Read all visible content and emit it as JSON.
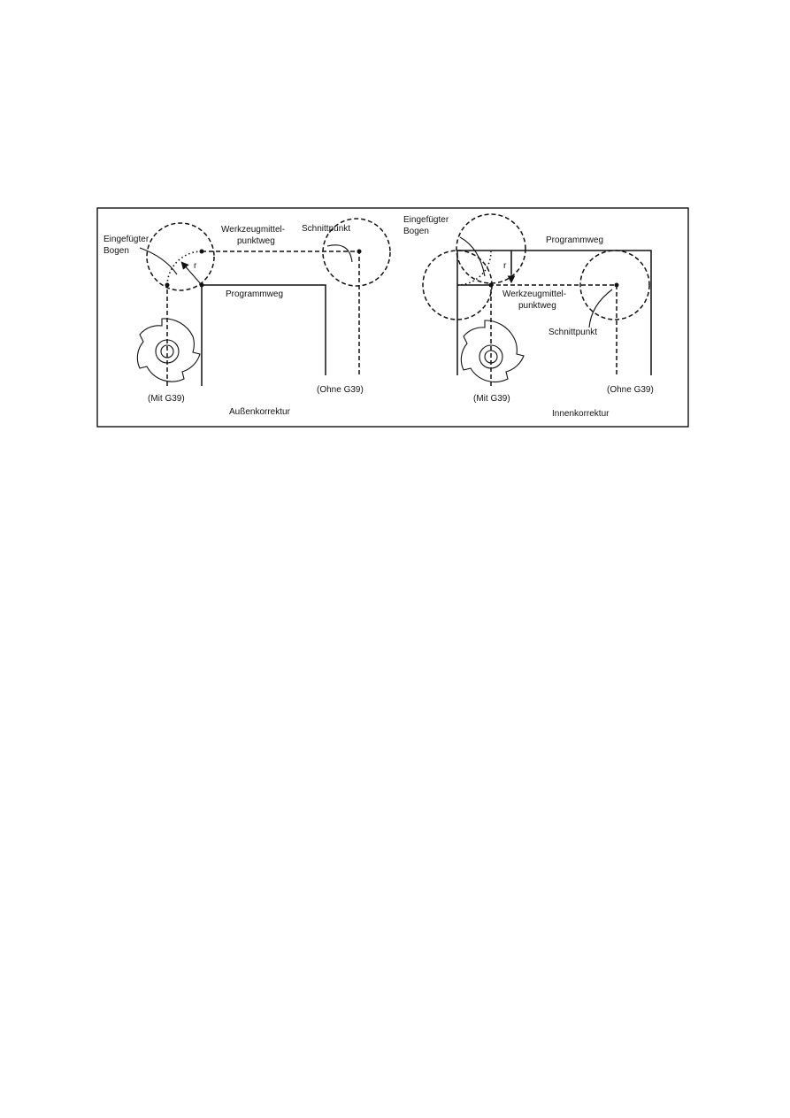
{
  "left_panel": {
    "label_arc": [
      "Eingefügter",
      "Bogen"
    ],
    "label_center_path": [
      "Werkzeugmittel-",
      "punktweg"
    ],
    "label_intersection": "Schnittpunkt",
    "label_program_path": "Programmweg",
    "label_radius": "r",
    "label_with": "(Mit G39)",
    "label_without": "(Ohne G39)",
    "caption": "Außenkorrektur"
  },
  "right_panel": {
    "label_arc": [
      "Eingefügter",
      "Bogen"
    ],
    "label_program_path": "Programmweg",
    "label_radius": "r",
    "label_center_path": [
      "Werkzeugmittel-",
      "punktweg"
    ],
    "label_intersection": "Schnittpunkt",
    "label_with": "(Mit G39)",
    "label_without": "(Ohne G39)",
    "caption": "Innenkorrektur"
  }
}
